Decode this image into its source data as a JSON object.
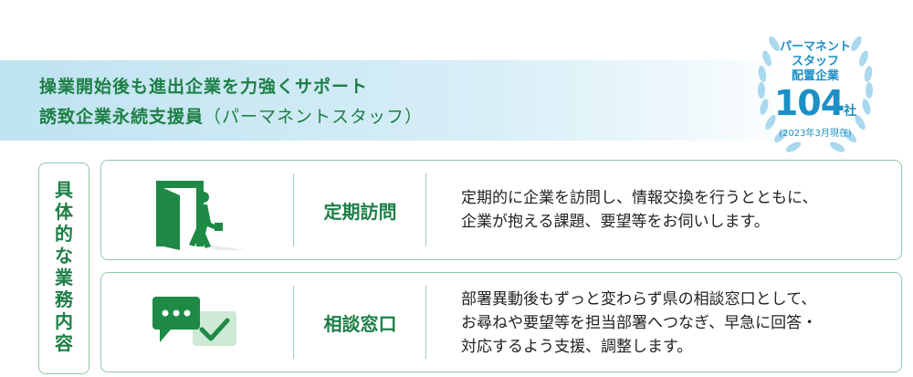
{
  "banner": {
    "line1": "操業開始後も進出企業を力強くサポート",
    "line2_main": "誘致企業永続支援員",
    "line2_sub": "（パーマネントスタッフ）"
  },
  "badge": {
    "line1": "パーマネント",
    "line2": "スタッフ",
    "line3": "配置企業",
    "count": "104",
    "unit": "社",
    "note": "(2023年3月現在)"
  },
  "side_label": "具体的な業務内容",
  "items": [
    {
      "icon": "exit-door-walking-person-icon",
      "name": "定期訪問",
      "desc_line1": "定期的に企業を訪問し、情報交換を行うとともに、",
      "desc_line2": "企業が抱える課題、要望等をお伺いします。"
    },
    {
      "icon": "chat-bubble-check-icon",
      "name": "相談窓口",
      "desc_line1": "部署異動後もずっと変わらず県の相談窓口として、",
      "desc_line2": "お尋ねや要望等を担当部署へつなぎ、早急に回答・",
      "desc_line3": "対応するよう支援、調整します。"
    }
  ],
  "colors": {
    "green": "#1e7f45",
    "light_green_border": "#8fcaa4",
    "banner_blue": "#bfe3f1",
    "badge_blue": "#1b8fc6",
    "laurel_blue": "#a9d8ef"
  }
}
